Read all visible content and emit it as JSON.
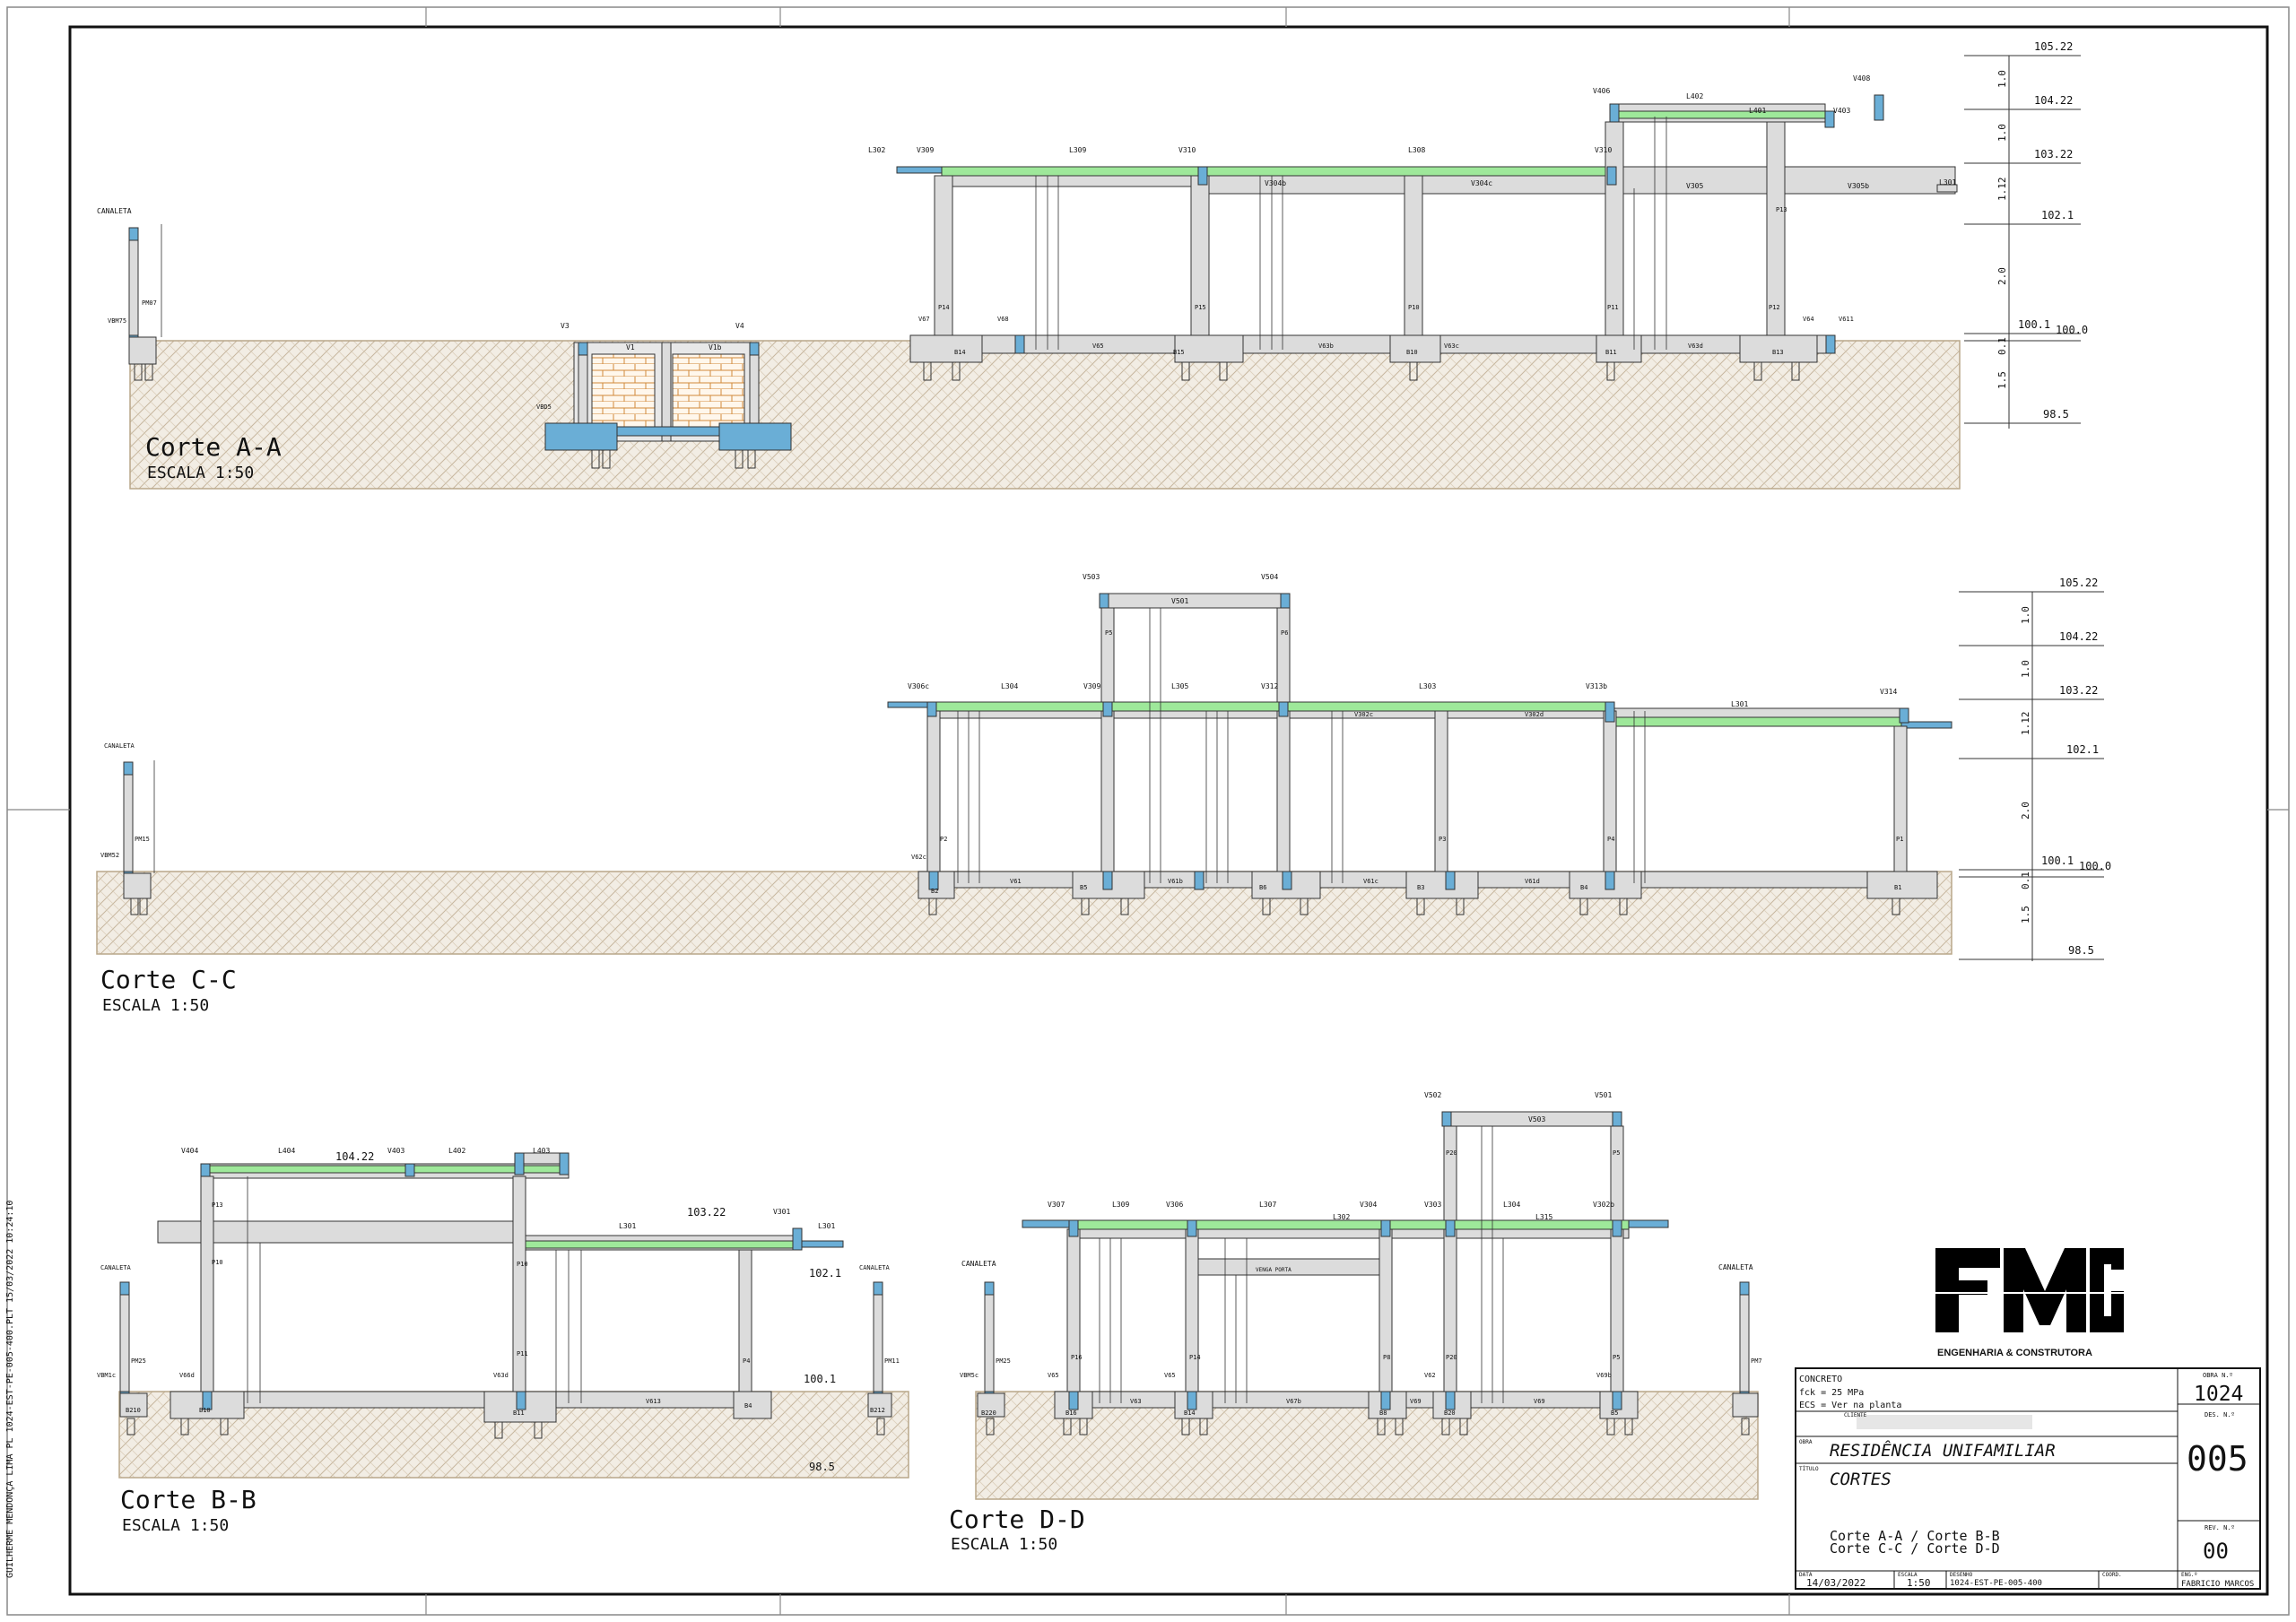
{
  "side_note": "GUILHERME MENDONÇA LIMA PL 1024-EST-PE-005-400.PLT 15/03/2022 10:24:10",
  "sections": {
    "aa": {
      "title": "Corte A-A",
      "scale": "ESCALA 1:50"
    },
    "cc": {
      "title": "Corte C-C",
      "scale": "ESCALA 1:50"
    },
    "bb": {
      "title": "Corte B-B",
      "scale": "ESCALA 1:50"
    },
    "dd": {
      "title": "Corte D-D",
      "scale": "ESCALA 1:50"
    }
  },
  "elevations": [
    "105.22",
    "104.22",
    "103.22",
    "102.1",
    "100.1",
    "100.0",
    "98.5"
  ],
  "level_spacings": [
    "1.0",
    "1.0",
    "1.12",
    "2.0",
    "0.1",
    "1.5"
  ],
  "labels_aa": {
    "canaleta": "CANALETA",
    "pm07": "PM07",
    "vbm75": "VBM75",
    "l302": "L302",
    "v309": "V309",
    "l309": "L309",
    "v310": "V310",
    "l308": "L308",
    "v3b": "V310",
    "v406": "V406",
    "l402": "L402",
    "l401": "L401",
    "v403": "V403",
    "v408": "V408",
    "v305": "V305",
    "v305b": "V305b",
    "l301": "L301",
    "v304b": "V304b",
    "v304c": "V304c",
    "p14": "P14",
    "p15": "P15",
    "p10": "P10",
    "p11": "P11",
    "p12": "P12",
    "p13": "P13",
    "v67": "V67",
    "v68": "V68",
    "v65": "V65",
    "v63b": "V63b",
    "v63c": "V63c",
    "v63d": "V63d",
    "v64": "V64",
    "v611": "V611",
    "b14": "B14",
    "b15": "B15",
    "b10": "B10",
    "b11": "B11",
    "b13": "B13",
    "v3": "V3",
    "v4": "V4",
    "v1b": "V1b",
    "v1": "V1",
    "vbd5": "VBD5"
  },
  "labels_cc": {
    "canaleta": "CANALETA",
    "pm15": "PM15",
    "vbm52": "VBM52",
    "v501": "V501",
    "v503": "V503",
    "v504": "V504",
    "p5": "P5",
    "p6": "P6",
    "v306": "V306c",
    "l304": "L304",
    "v309": "V309",
    "l305": "L305",
    "v312": "V312",
    "l303": "L303",
    "v313": "V313b",
    "l301": "L301",
    "v314": "V314",
    "v302": "V302c",
    "v302d": "V302d",
    "p2": "P2",
    "p3": "P3",
    "p4": "P4",
    "p1": "P1",
    "v62c": "V62c",
    "v61": "V61",
    "v61b": "V61b",
    "v61c": "V61c",
    "v61d": "V61d",
    "b2": "B2",
    "b5": "B5",
    "b6": "B6",
    "b3": "B3",
    "b4": "B4",
    "b1": "B1"
  },
  "labels_bb": {
    "canaleta": "CANALETA",
    "pm25": "PM25",
    "vbm": "VBM1c",
    "v404": "V404",
    "l404": "L404",
    "v403": "V403",
    "l402": "L402",
    "l403": "L403",
    "l301": "L301",
    "v301": "V301",
    "l301b": "L301",
    "p13": "P13",
    "p10": "P10",
    "p11": "P11",
    "p4": "P4",
    "v66": "V66d",
    "v63": "V63d",
    "v613": "V613",
    "b10": "B10",
    "b11": "B11",
    "b4": "B4",
    "b210": "B210",
    "b212": "B212",
    "pm11": "PM11"
  },
  "labels_dd": {
    "canaleta": "CANALETA",
    "pm25": "PM25",
    "pm7": "PM7",
    "vbm": "VBM5c",
    "v502": "V502",
    "v503": "V503",
    "v501": "V501",
    "v307": "V307",
    "l309": "L309",
    "v306": "V306",
    "l307": "L307",
    "v304": "V304",
    "l302": "L302",
    "v303": "V303",
    "l304": "L304",
    "l315": "L315",
    "v302": "V302b",
    "venga": "VENGA PORTA",
    "p16": "P16",
    "p14": "P14",
    "p8": "P8",
    "p20": "P20",
    "p5": "P5",
    "v65": "V65",
    "v62": "V62",
    "v63": "V63",
    "v67": "V67b",
    "v69": "V69",
    "v69b": "V69b",
    "b16": "B16",
    "b14": "B14",
    "b8": "B8",
    "b20": "B20",
    "b5": "B5",
    "b220": "B220"
  },
  "title_block": {
    "concreto_label": "CONCRETO",
    "fck": "fck = 25   MPa",
    "ecs": "ECS = Ver na planta",
    "cliente_label": "CLIENTE",
    "obra_label": "OBRA",
    "obra": "RESIDÊNCIA UNIFAMILIAR",
    "titulo_label": "TÍTULO",
    "titulo": "CORTES",
    "desc1": "Corte A-A / Corte B-B",
    "desc2": "Corte C-C / Corte D-D",
    "obra_n_label": "OBRA N.º",
    "obra_n": "1024",
    "des_n_label": "DES. N.º",
    "des_n": "005",
    "rev_label": "REV. N.º",
    "rev": "00",
    "data_label": "DATA",
    "data": "14/03/2022",
    "escala_label": "ESCALA",
    "escala": "1:50",
    "desenho_label": "DESENHO",
    "desenho": "1024-EST-PE-005-400",
    "coord_label": "COORD.",
    "eng_label": "ENG.º",
    "eng": "FABRICIO MARCOS"
  },
  "logo": {
    "caption": "ENGENHARIA & CONSTRUTORA"
  },
  "colors": {
    "beam": "#dcdcdc",
    "slab": "#9ee89a",
    "column": "#6aaed6",
    "soil": "#efe9df",
    "hatch": "#c9b8a0"
  }
}
